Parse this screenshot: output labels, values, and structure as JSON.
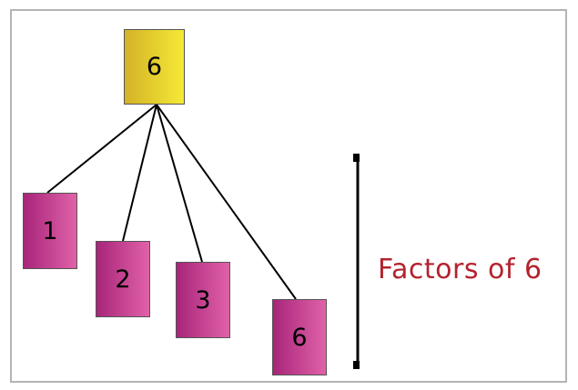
{
  "diagram": {
    "type": "factor-tree",
    "root": {
      "label": "6",
      "color": "#e8d232"
    },
    "children": [
      {
        "label": "1",
        "color": "#c4418f"
      },
      {
        "label": "2",
        "color": "#c4418f"
      },
      {
        "label": "3",
        "color": "#c4418f"
      },
      {
        "label": "6",
        "color": "#c4418f"
      }
    ],
    "bracket_label": "Factors of 6",
    "bracket_label_color": "#b3232e",
    "line_color": "#000000"
  }
}
